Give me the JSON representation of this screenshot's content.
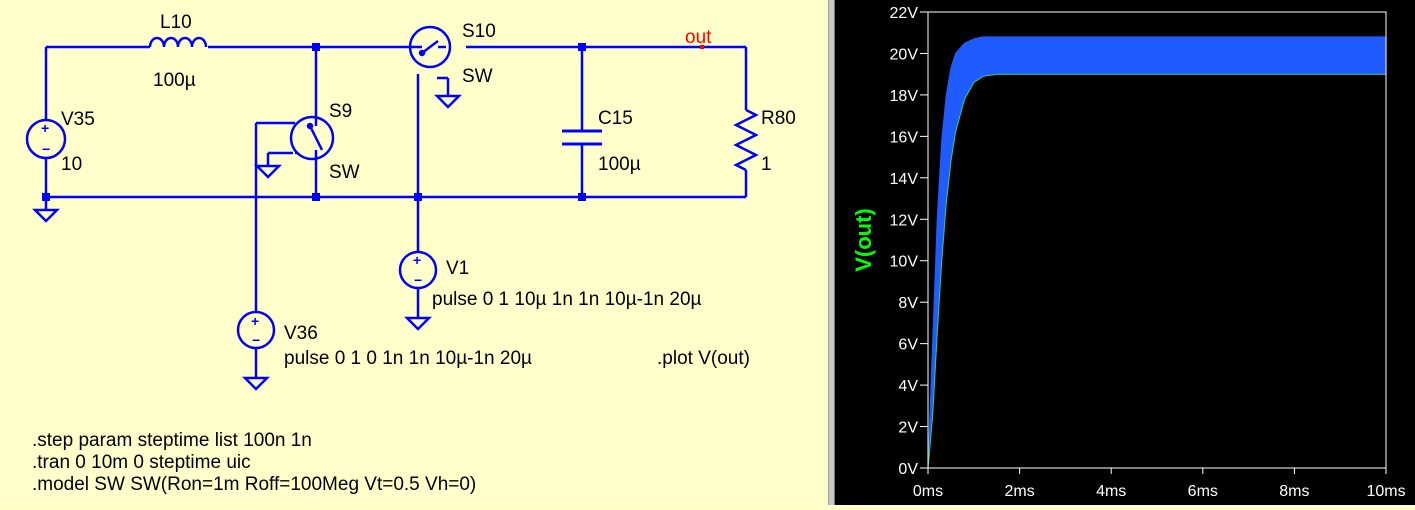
{
  "schematic": {
    "components": {
      "l10": {
        "name": "L10",
        "value": "100µ"
      },
      "s10": {
        "name": "S10",
        "model": "SW"
      },
      "s9": {
        "name": "S9",
        "model": "SW"
      },
      "v35": {
        "name": "V35",
        "value": "10"
      },
      "c15": {
        "name": "C15",
        "value": "100µ"
      },
      "r80": {
        "name": "R80",
        "value": "1"
      },
      "v1": {
        "name": "V1",
        "value": "pulse 0 1 10µ 1n 1n 10µ-1n 20µ"
      },
      "v36": {
        "name": "V36",
        "value": "pulse 0 1 0 1n 1n 10µ-1n 20µ"
      }
    },
    "net_label_out": "out",
    "directives": {
      "plot": ".plot V(out)",
      "step": ".step param steptime list 100n 1n",
      "tran": ".tran 0 10m 0 steptime uic",
      "model": ".model SW SW(Ron=1m Roff=100Meg Vt=0.5 Vh=0)"
    },
    "symbols": {
      "plus": "+",
      "minus": "−"
    }
  },
  "plot": {
    "trace_label": "V(out)",
    "colors": {
      "background": "#000000",
      "axis": "#ffffff",
      "trace_fill": "#1f5bff",
      "label": "#00ff00",
      "wire": "#0000ff"
    },
    "y_ticks": [
      "0V",
      "2V",
      "4V",
      "6V",
      "8V",
      "10V",
      "12V",
      "14V",
      "16V",
      "18V",
      "20V",
      "22V"
    ],
    "x_ticks": [
      "0ms",
      "2ms",
      "4ms",
      "6ms",
      "8ms",
      "10ms"
    ]
  },
  "chart_data": {
    "type": "area",
    "title": "",
    "xlabel": "",
    "ylabel": "V(out)",
    "xlim": [
      0,
      10
    ],
    "ylim": [
      0,
      22
    ],
    "x_unit": "ms",
    "y_unit": "V",
    "grid": false,
    "series": [
      {
        "name": "V(out)",
        "x": [
          0,
          0.1,
          0.2,
          0.3,
          0.4,
          0.5,
          0.6,
          0.8,
          1.0,
          1.2,
          1.5,
          2.0,
          3.0,
          4.0,
          5.0,
          6.0,
          7.0,
          8.0,
          9.0,
          10.0
        ],
        "y_upper": [
          0,
          6.0,
          12.0,
          15.8,
          18.0,
          19.3,
          20.0,
          20.5,
          20.7,
          20.8,
          20.8,
          20.8,
          20.8,
          20.8,
          20.8,
          20.8,
          20.8,
          20.8,
          20.8,
          20.8
        ],
        "y_lower": [
          0,
          2.5,
          6.5,
          10.0,
          12.8,
          14.8,
          16.2,
          17.8,
          18.6,
          18.9,
          19.0,
          19.0,
          19.0,
          19.0,
          19.0,
          19.0,
          19.0,
          19.0,
          19.0,
          19.0
        ]
      }
    ]
  }
}
